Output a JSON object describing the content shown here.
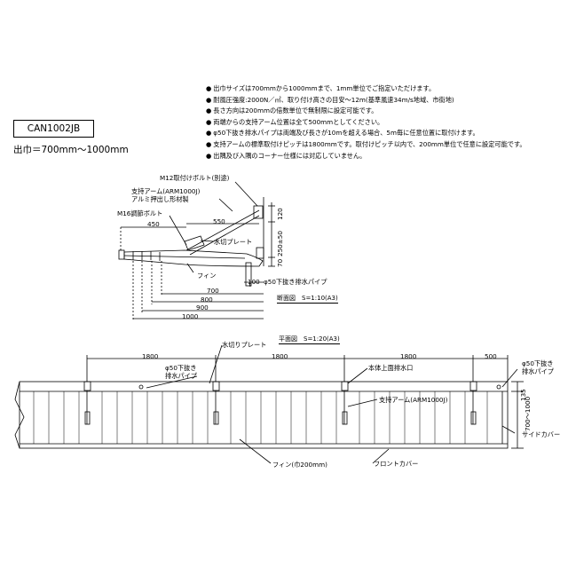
{
  "notes": [
    "出巾サイズは700mmから1000mmまで、1mm単位でご指定いただけます。",
    "耐風圧強度:2000N／㎡、取り付け高さの目安～12m(基準風速34m/s地域、市街地)",
    "長さ方向は200mmの倍数単位で無制限に設定可能です。",
    "両端からの支持アーム位置は全て500mmとしてください。",
    "φ50下抜き排水パイプは両端及び長さが10mを超える場合、5m毎に任意位置に取付けます。",
    "支持アームの標準取付けピッチは1800mmです。取付けピッチ以内で、200mm単位で任意に設定可能です。",
    "出隅及び入隅のコーナー仕様には対応していません。"
  ],
  "model": "CAN1002JB",
  "width_range": "出巾＝700mm～1000mm",
  "section": {
    "labels": {
      "bolt_m12": "M12取付けボルト(別途)",
      "arm": "支持アーム(ARM1000J)",
      "arm_material": "アルミ押出し形材製",
      "bolt_m16": "M16調節ボルト",
      "water_plate": "水切プレート",
      "fin": "フィン",
      "drain_pipe": "φ50下抜き排水パイプ"
    },
    "dims": {
      "d550": "550",
      "d450": "450",
      "d700": "700",
      "d800": "800",
      "d900": "900",
      "d1000": "1000",
      "d100": "100",
      "v120": "120",
      "v250": "250±50",
      "v70": "70"
    },
    "scale": "断面図　S=1:10(A3)"
  },
  "plan": {
    "scale": "平面図　S=1:20(A3)",
    "labels": {
      "water_plate": "水切りプレート",
      "drain_pipe_left_1": "φ50下抜き",
      "drain_pipe_left_2": "排水パイプ",
      "top_drain": "本体上面排水口",
      "drain_pipe_right_1": "φ50下抜き",
      "drain_pipe_right_2": "排水パイプ",
      "support_arm": "支持アーム(ARM1000J)",
      "fin": "フィン(巾200mm)",
      "front_cover": "フロントカバー",
      "side_cover": "サイドカバー"
    },
    "dims": {
      "p1": "1800",
      "p2": "1800",
      "p3": "1800",
      "p4": "500",
      "v135": "135",
      "v700": "700～1000"
    }
  }
}
